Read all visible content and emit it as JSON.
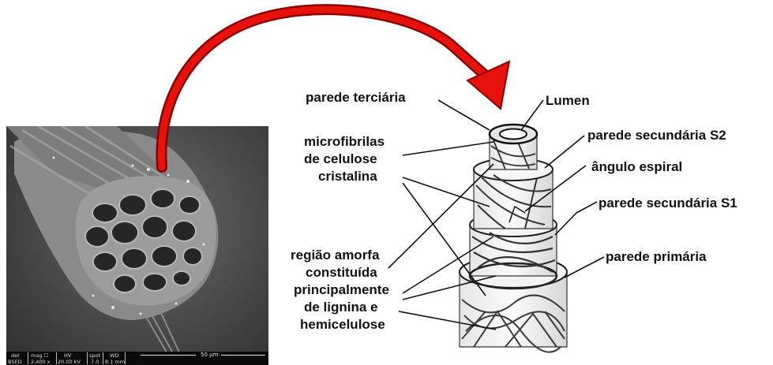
{
  "sem_image": {
    "det_label": "det",
    "det_value": "BSED",
    "mag_label": "mag ☐",
    "mag_value": "2.400 x",
    "hv_label": "HV",
    "hv_value": "20.00 kV",
    "spot_label": "spot",
    "spot_value": "7.0",
    "wd_label": "WD",
    "wd_value": "8.1 mm",
    "scale_bar": "50 μm"
  },
  "labels": {
    "tertiary_wall": "parede terciária",
    "lumen": "Lumen",
    "microfibrils_1": "microfibrilas",
    "microfibrils_2": "de celulose",
    "microfibrils_3": "cristalina",
    "secondary_wall_s2": "parede secundária S2",
    "spiral_angle": "ângulo espiral",
    "secondary_wall_s1": "parede secundária S1",
    "amorphous_1": "região amorfa",
    "amorphous_2": "constituída",
    "amorphous_3": "principalmente",
    "amorphous_4": "de lignina e",
    "amorphous_5": "hemicelulose",
    "primary_wall": "parede primária"
  },
  "colors": {
    "arrow": "#e8120c",
    "arrow_edge": "#8a0000"
  }
}
